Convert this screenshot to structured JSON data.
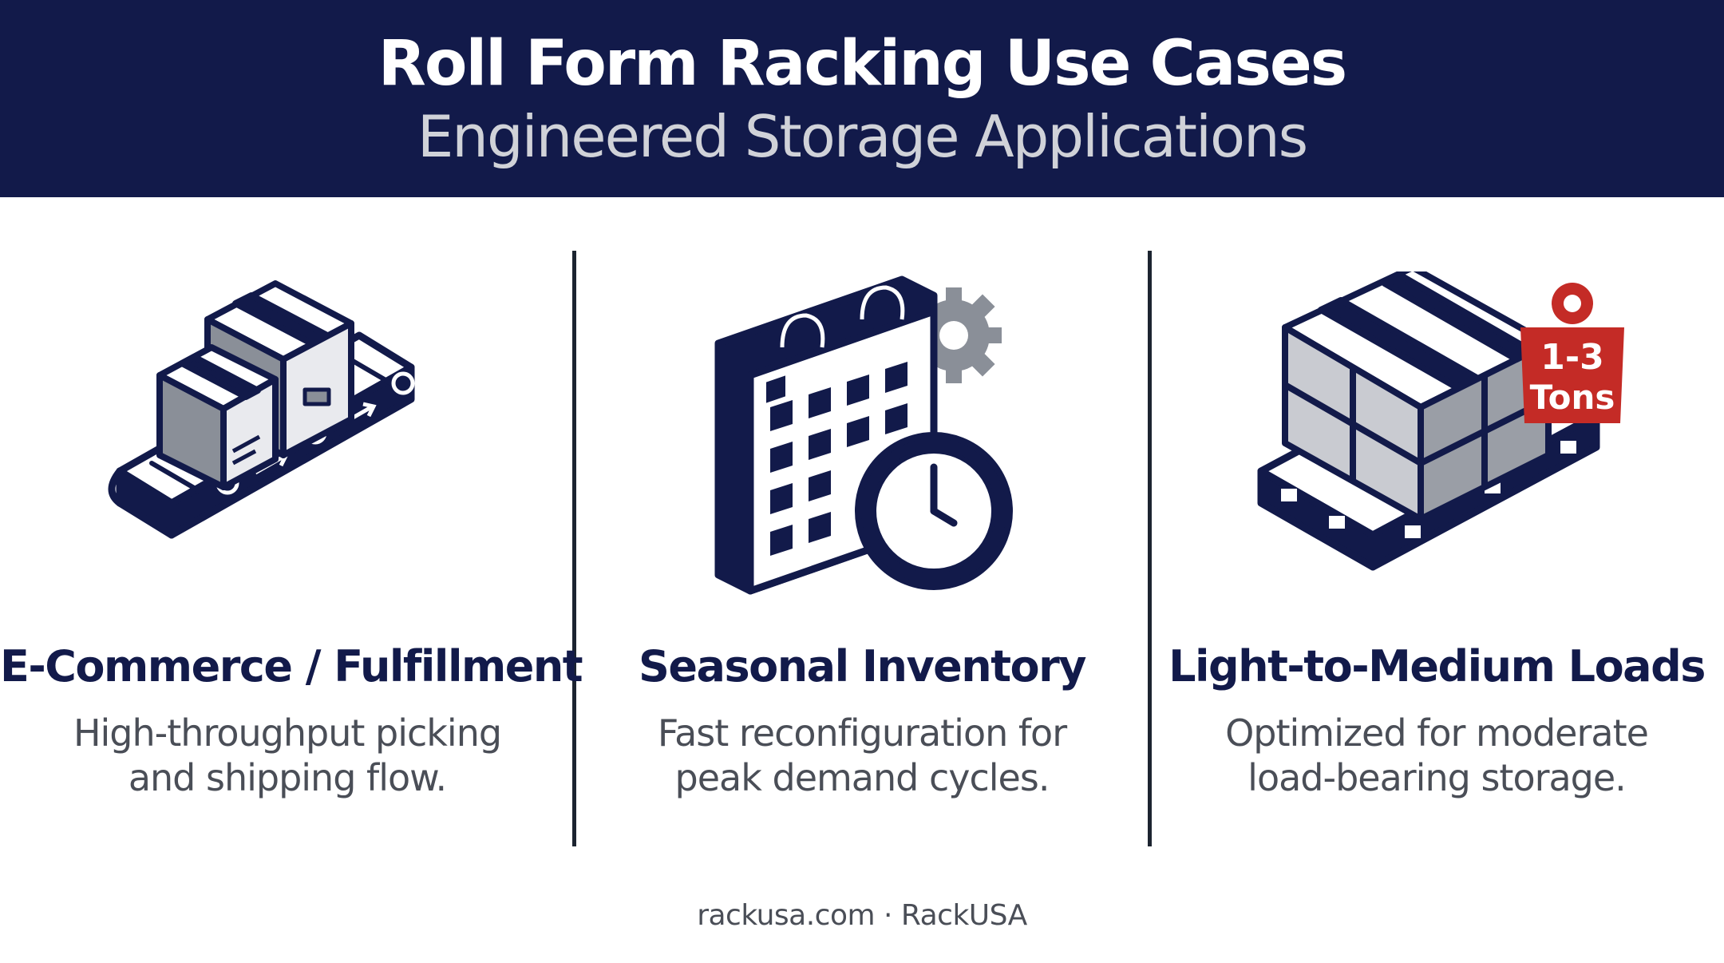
{
  "header": {
    "title": "Roll Form Racking Use Cases",
    "subtitle": "Engineered Storage Applications"
  },
  "columns": [
    {
      "title": "E-Commerce / Fulfillment",
      "description": [
        "High-throughput picking",
        "and shipping flow."
      ],
      "icon": "conveyor-boxes-icon"
    },
    {
      "title": "Seasonal Inventory",
      "description": [
        "Fast reconfiguration for",
        "peak demand cycles."
      ],
      "icon": "calendar-clock-icon"
    },
    {
      "title": "Light-to-Medium Loads",
      "description": [
        "Optimized for moderate",
        "load-bearing storage."
      ],
      "icon": "pallet-weight-icon",
      "badge": [
        "1-3",
        "Tons"
      ]
    }
  ],
  "footer": "rackusa.com · RackUSA",
  "colors": {
    "navy": "#121a4a",
    "accent_red": "#c42b26",
    "icon_gray": "#8a8f98"
  }
}
